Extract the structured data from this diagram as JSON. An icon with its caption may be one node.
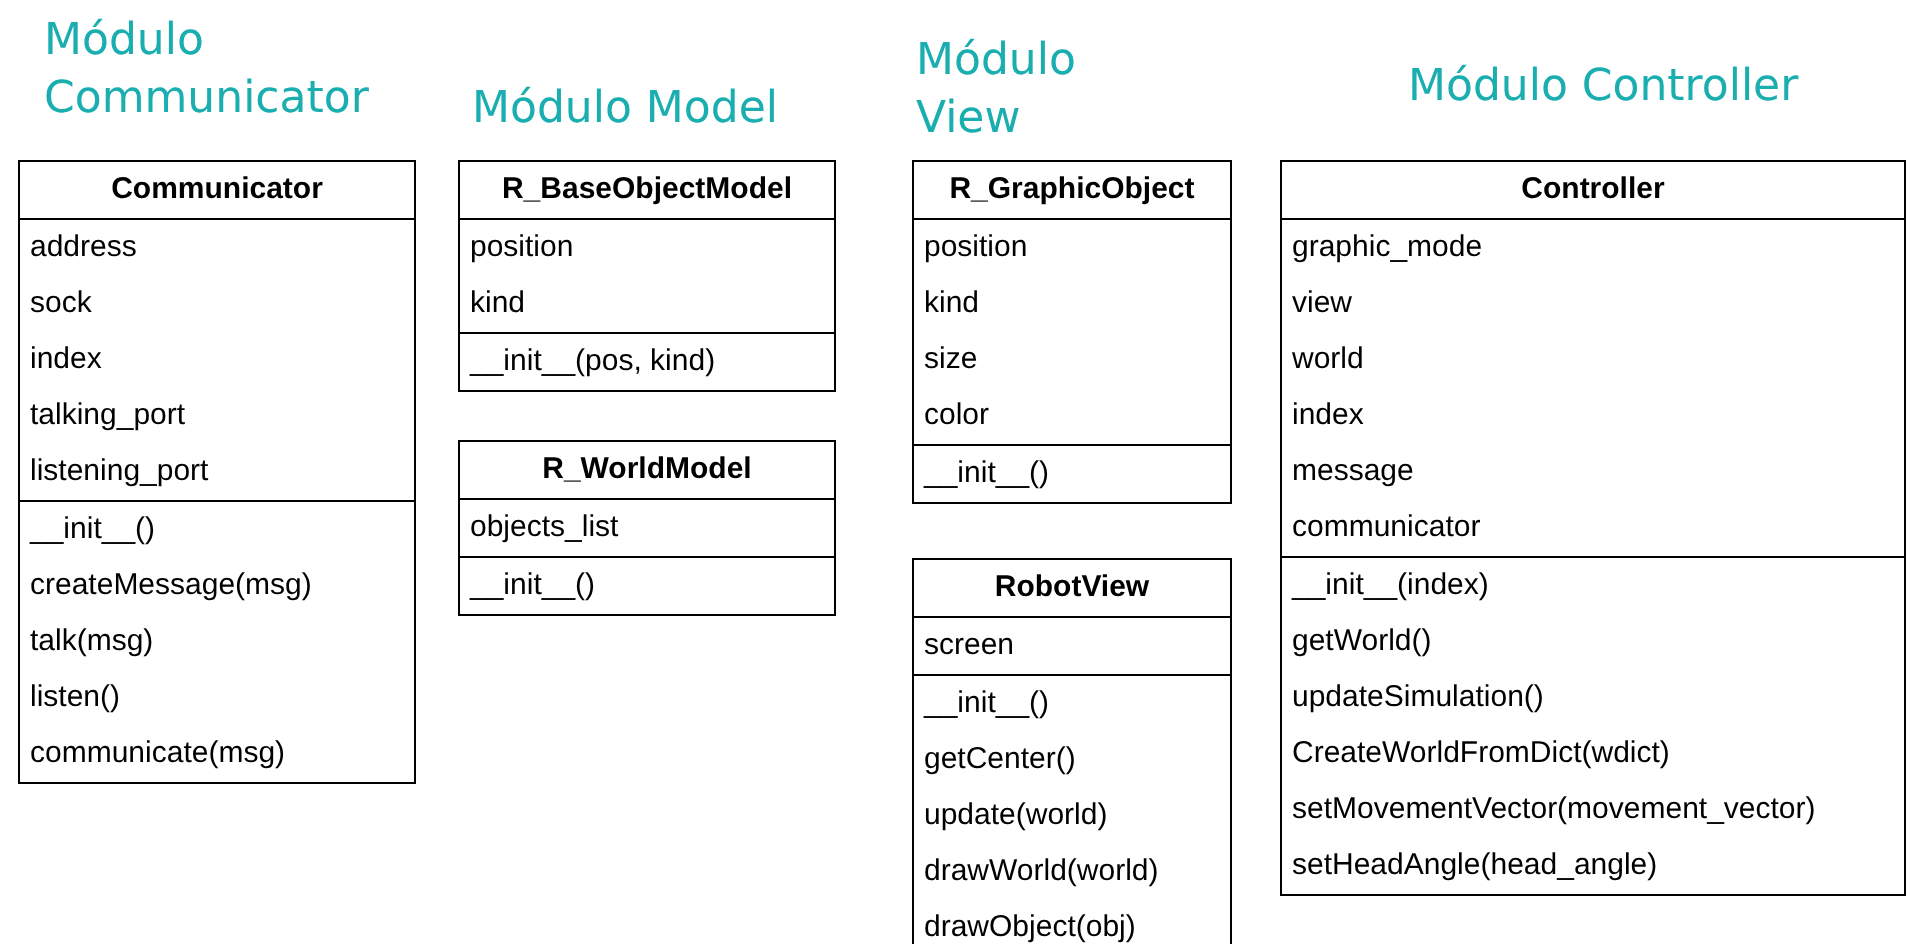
{
  "diagram": {
    "nodes": [
      {
        "text": [
          "Communicator"
        ]
      },
      {
        "text": [
          "address",
          "sock",
          "index",
          "talking_port",
          "listening_port"
        ],
        "in": 0
      },
      {
        "text": [
          "__init__()",
          "createMessage(msg)",
          "talk(msg)",
          "listen()",
          "communicate(msg)"
        ],
        "in": 0
      },
      {
        "text": [
          "R_BaseObjectModel"
        ]
      },
      {
        "text": [
          "position",
          "kind"
        ],
        "in": 3
      },
      {
        "text": [
          "__init__(pos, kind)"
        ],
        "in": 3
      },
      {
        "text": [
          "R_WorldModel"
        ]
      },
      {
        "text": [
          "objects_list"
        ],
        "in": 6
      },
      {
        "text": [
          "__init__()"
        ],
        "in": 6
      },
      {
        "text": [
          "R_GraphicObject"
        ]
      },
      {
        "text": [
          "position",
          "kind",
          "size",
          "color"
        ],
        "in": 9
      },
      {
        "text": [
          "__init__()"
        ],
        "in": 9
      },
      {
        "text": [
          "RobotView"
        ]
      },
      {
        "text": [
          "screen"
        ],
        "in": 12
      },
      {
        "text": [
          "__init__()",
          "getCenter()",
          "update(world)",
          "drawWorld(world)",
          "drawObject(obj)"
        ],
        "in": 12
      },
      {
        "text": [
          "Controller"
        ]
      },
      {
        "text": [
          "graphic_mode",
          "view",
          "world",
          "index",
          "message",
          "communicator"
        ],
        "in": 15
      },
      {
        "text": [
          "__init__(index)",
          "getWorld()",
          "updateSimulation()",
          "CreateWorldFromDict(wdict)",
          "setMovementVector(movement_vector)",
          "setHeadAngle(head_angle)"
        ],
        "in": 15
      }
    ],
    "labels": [
      "Módulo Communicator",
      "Módulo Model",
      "Módulo View",
      "Módulo Controller"
    ]
  }
}
